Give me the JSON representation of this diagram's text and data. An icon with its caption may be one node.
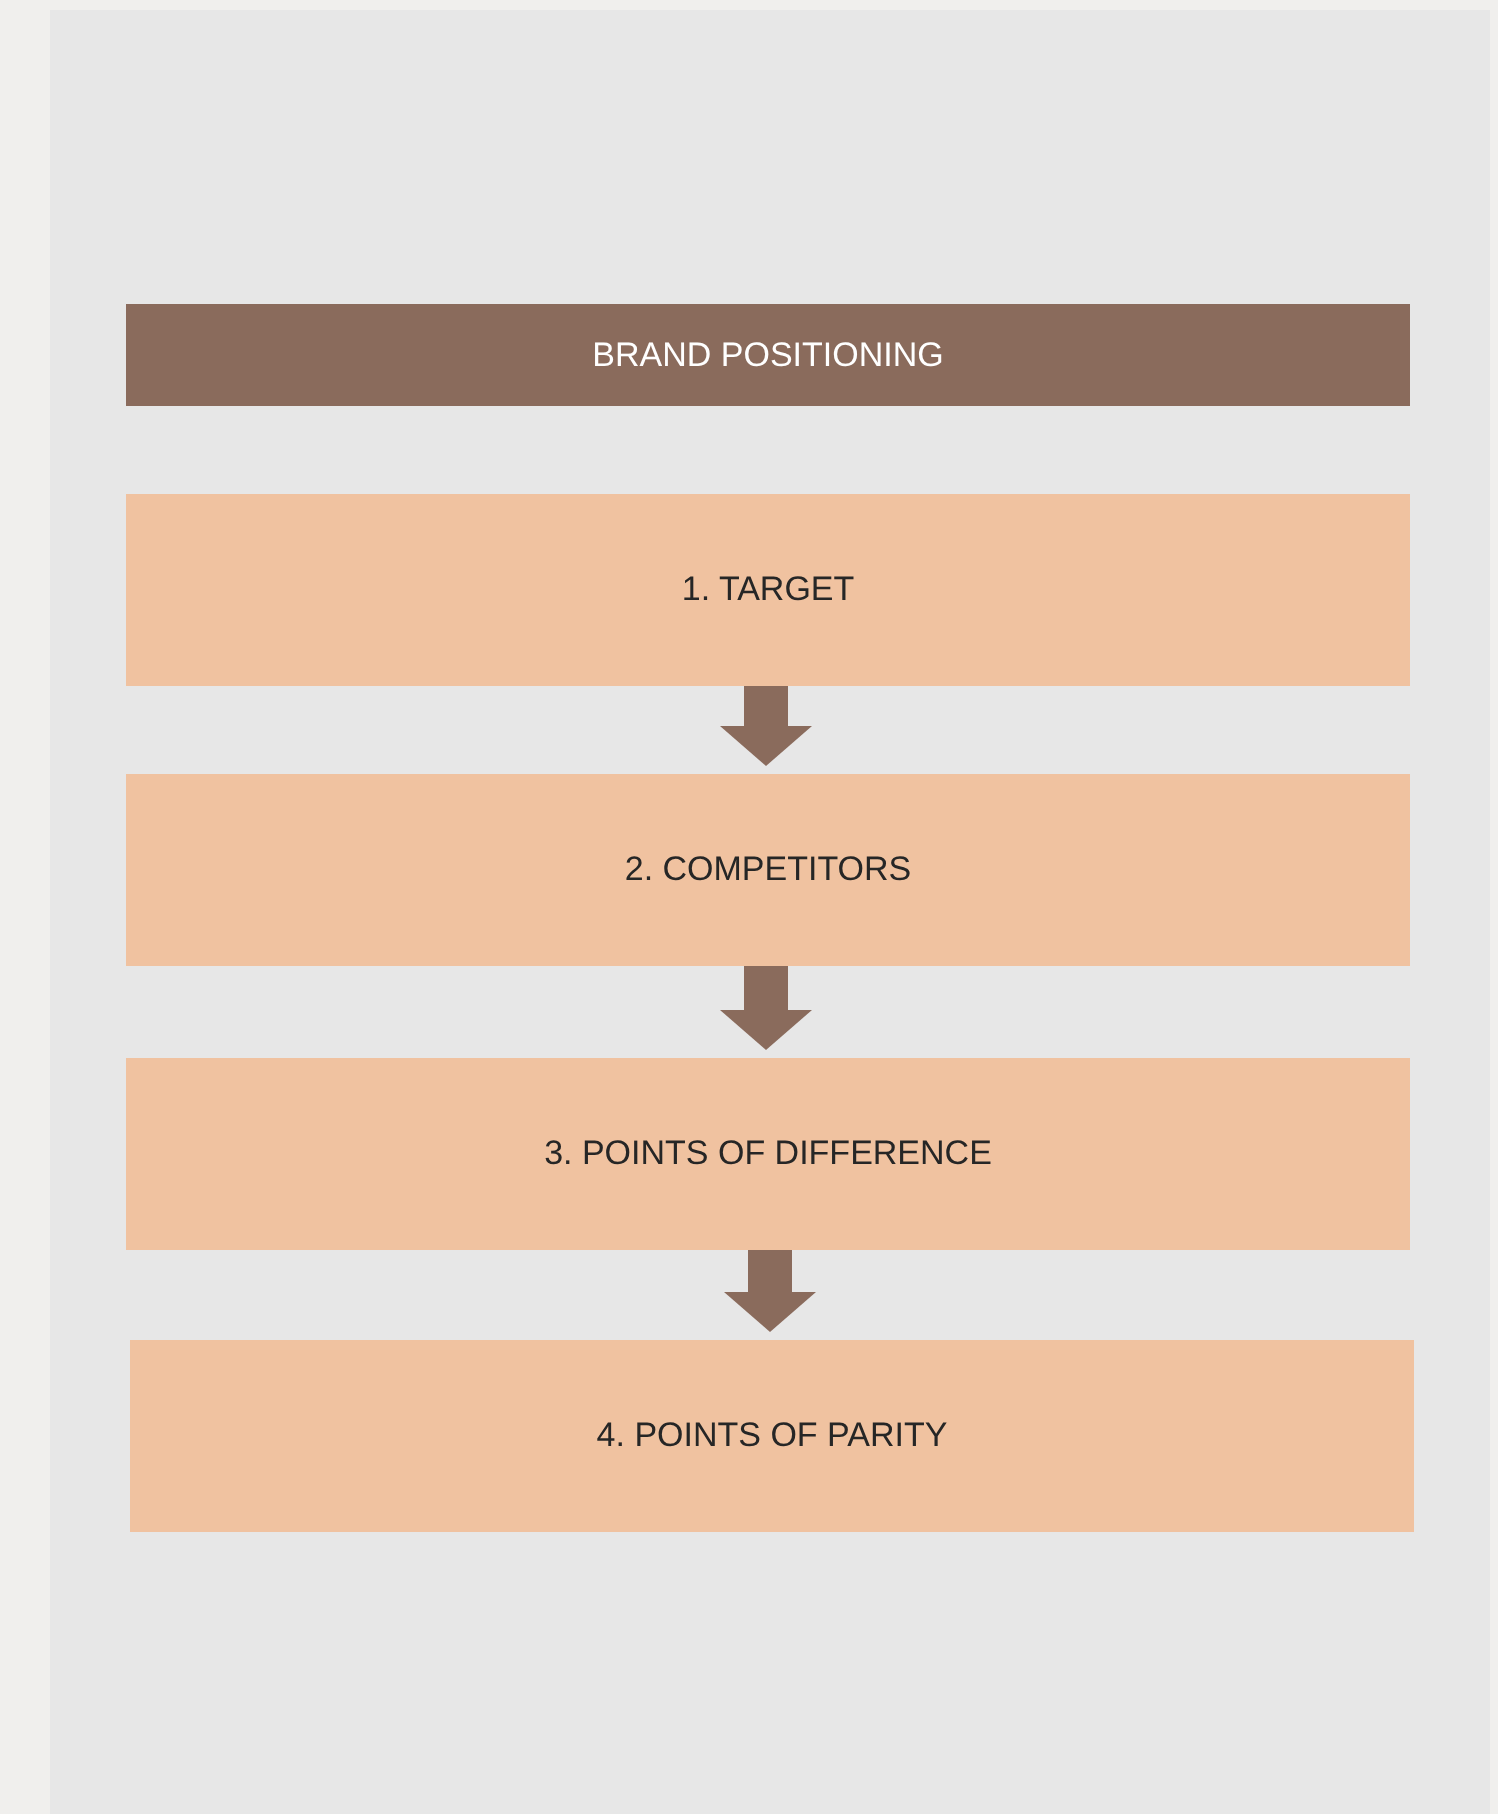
{
  "diagram": {
    "nodes": [
      {
        "text": [
          "BRAND POSITIONING"
        ]
      },
      {
        "text": [
          "1. TARGET"
        ]
      },
      {
        "text": [
          "2. COMPETITORS"
        ]
      },
      {
        "text": [
          "3. POINTS OF DIFFERENCE"
        ]
      },
      {
        "text": [
          "4. POINTS OF PARITY"
        ]
      }
    ],
    "edges": [
      {
        "from": 1,
        "to": 2,
        "arrow": "to"
      },
      {
        "from": 2,
        "to": 3,
        "arrow": "to"
      },
      {
        "from": 3,
        "to": 4,
        "arrow": "to"
      }
    ]
  }
}
